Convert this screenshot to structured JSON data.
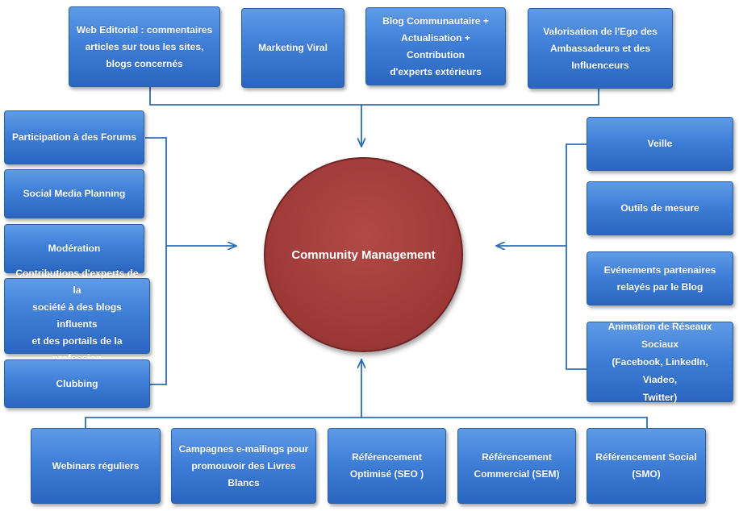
{
  "center": {
    "label": "Community Management"
  },
  "top": [
    {
      "label": "Web Editorial : commentaires\narticles sur tous les sites,\nblogs concernés"
    },
    {
      "label": "Marketing Viral"
    },
    {
      "label": "Blog Communautaire +\nActualisation + Contribution\nd'experts extérieurs"
    },
    {
      "label": "Valorisation de l'Ego des\nAmbassadeurs et des\nInfluenceurs"
    }
  ],
  "left": [
    {
      "label": "Participation à des Forums"
    },
    {
      "label": "Social Media Planning"
    },
    {
      "label": "Modération"
    },
    {
      "label": "Contributions d'experts de la\nsociété à des blogs influents\net des portails de la\nprofession"
    },
    {
      "label": "Clubbing"
    }
  ],
  "right": [
    {
      "label": "Veille"
    },
    {
      "label": "Outils de mesure"
    },
    {
      "label": "Evénements partenaires\nrelayés par le Blog"
    },
    {
      "label": "Animation de Réseaux\nSociaux\n(Facebook, LinkedIn, Viadeo,\nTwitter)"
    }
  ],
  "bottom": [
    {
      "label": "Webinars réguliers"
    },
    {
      "label": "Campagnes e-mailings pour\npromouvoir des Livres Blancs"
    },
    {
      "label": "Référencement\nOptimisé (SEO )"
    },
    {
      "label": "Référencement\nCommercial (SEM)"
    },
    {
      "label": "Référencement Social\n(SMO)"
    }
  ],
  "colors": {
    "box_fill": "#3f7fd8",
    "connector": "#2e6db4",
    "center_fill": "#a13c3a"
  }
}
